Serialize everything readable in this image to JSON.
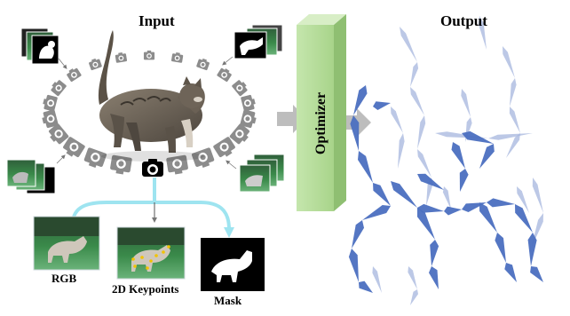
{
  "labels": {
    "input": "Input",
    "output": "Output",
    "optimizer": "Optimizer",
    "rgb": "RGB",
    "keypoints": "2D Keypoints",
    "mask": "Mask"
  },
  "icons": {
    "ring": "camera-icon",
    "active": "camera-icon",
    "subject": "cat-photo",
    "skeleton": "bone-skeleton"
  },
  "colors": {
    "optimizer_face": "#b6dc9c",
    "optimizer_side": "#8fbf72",
    "arrow": "#bdbdbd",
    "branch": "#9ee4f0",
    "bone": "#4b6fc0",
    "bone_faint": "#a6b6dd",
    "camera": "#8c8c8c",
    "active_camera": "#000000",
    "field_green": "#3a8a4a"
  }
}
